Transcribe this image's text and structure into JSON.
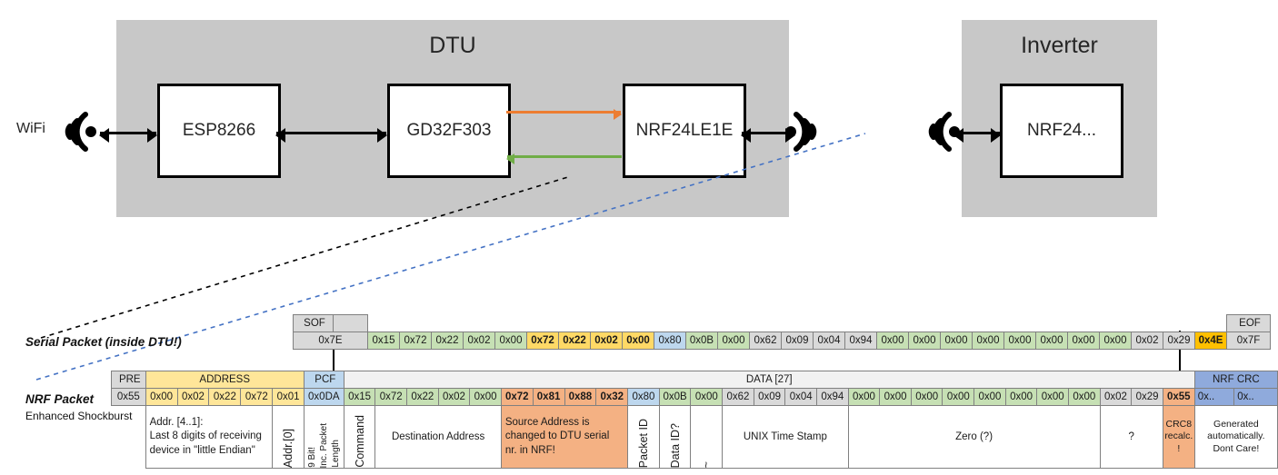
{
  "diagram": {
    "dtu": {
      "title": "DTU",
      "chips": [
        "ESP8266",
        "GD32F303",
        "NRF24LE1E"
      ]
    },
    "inverter": {
      "title": "Inverter",
      "chips": [
        "NRF24..."
      ]
    },
    "wifi_label": "WiFi",
    "arrow_colors": {
      "tx_orange": "#ED7D31",
      "rx_green": "#70AD47",
      "link_black": "#000000"
    },
    "icons": {
      "wifi_left": "wifi-icon",
      "antenna_dtu": "antenna-icon",
      "antenna_inverter": "antenna-icon"
    }
  },
  "labels": {
    "serial_packet": "Serial Packet (inside DTU!)",
    "nrf_packet": "NRF Packet",
    "enhanced_shockburst": "Enhanced Shockburst"
  },
  "colors": {
    "green": "#C6E0B4",
    "yellow": "#FFC000",
    "yellow_light": "#FFE699",
    "blue": "#BDD7EE",
    "blue_dark": "#8FAADC",
    "orange": "#F4B183",
    "grey": "#D9D9D9"
  },
  "serial_packet": {
    "sof_header": "SOF",
    "eof_header": "EOF",
    "sof_value": "0x7E",
    "eof_value": "0x7F",
    "cells": [
      {
        "v": "0x15",
        "c": "green"
      },
      {
        "v": "0x72",
        "c": "green"
      },
      {
        "v": "0x22",
        "c": "green"
      },
      {
        "v": "0x02",
        "c": "green"
      },
      {
        "v": "0x00",
        "c": "green"
      },
      {
        "v": "0x72",
        "c": "yellow2"
      },
      {
        "v": "0x22",
        "c": "yellow2"
      },
      {
        "v": "0x02",
        "c": "yellow2"
      },
      {
        "v": "0x00",
        "c": "yellow2"
      },
      {
        "v": "0x80",
        "c": "blue"
      },
      {
        "v": "0x0B",
        "c": "green"
      },
      {
        "v": "0x00",
        "c": "green"
      },
      {
        "v": "0x62",
        "c": "grey"
      },
      {
        "v": "0x09",
        "c": "grey"
      },
      {
        "v": "0x04",
        "c": "grey"
      },
      {
        "v": "0x94",
        "c": "grey"
      },
      {
        "v": "0x00",
        "c": "green"
      },
      {
        "v": "0x00",
        "c": "green"
      },
      {
        "v": "0x00",
        "c": "green"
      },
      {
        "v": "0x00",
        "c": "green"
      },
      {
        "v": "0x00",
        "c": "green"
      },
      {
        "v": "0x00",
        "c": "green"
      },
      {
        "v": "0x00",
        "c": "green"
      },
      {
        "v": "0x00",
        "c": "green"
      },
      {
        "v": "0x02",
        "c": "grey"
      },
      {
        "v": "0x29",
        "c": "grey"
      },
      {
        "v": "0x4E",
        "c": "yellow"
      }
    ]
  },
  "nrf_packet": {
    "headers": {
      "pre": "PRE",
      "address": "ADDRESS",
      "pcf": "PCF",
      "data": "DATA [27]",
      "crc": "NRF CRC"
    },
    "pre_value": "0x55",
    "address_values": [
      "0x00",
      "0x02",
      "0x22",
      "0x72",
      "0x01"
    ],
    "pcf_value": "0x0DA",
    "crc_values": [
      "0x..",
      "0x.."
    ],
    "cells": [
      {
        "v": "0x15",
        "c": "green"
      },
      {
        "v": "0x72",
        "c": "green"
      },
      {
        "v": "0x22",
        "c": "green"
      },
      {
        "v": "0x02",
        "c": "green"
      },
      {
        "v": "0x00",
        "c": "green"
      },
      {
        "v": "0x72",
        "c": "orange"
      },
      {
        "v": "0x81",
        "c": "orange"
      },
      {
        "v": "0x88",
        "c": "orange"
      },
      {
        "v": "0x32",
        "c": "orange"
      },
      {
        "v": "0x80",
        "c": "blue"
      },
      {
        "v": "0x0B",
        "c": "green"
      },
      {
        "v": "0x00",
        "c": "green"
      },
      {
        "v": "0x62",
        "c": "grey"
      },
      {
        "v": "0x09",
        "c": "grey"
      },
      {
        "v": "0x04",
        "c": "grey"
      },
      {
        "v": "0x94",
        "c": "grey"
      },
      {
        "v": "0x00",
        "c": "green"
      },
      {
        "v": "0x00",
        "c": "green"
      },
      {
        "v": "0x00",
        "c": "green"
      },
      {
        "v": "0x00",
        "c": "green"
      },
      {
        "v": "0x00",
        "c": "green"
      },
      {
        "v": "0x00",
        "c": "green"
      },
      {
        "v": "0x00",
        "c": "green"
      },
      {
        "v": "0x00",
        "c": "green"
      },
      {
        "v": "0x02",
        "c": "grey"
      },
      {
        "v": "0x29",
        "c": "grey"
      },
      {
        "v": "0x55",
        "c": "orange"
      }
    ],
    "descriptions": {
      "address": "Addr. [4..1]:\nLast 8 digits of receiving device in \"little Endian\"",
      "address_line1": "Addr. [4..1]:",
      "address_line2": "Last 8 digits of receiving",
      "address_line3": "device in \"little Endian\"",
      "addr0": "Addr.[0]",
      "pcf_a": "9 Bit!",
      "pcf_b": "Inc. Packet",
      "pcf_c": "Length",
      "command": "Command",
      "destination": "Destination Address",
      "source_line1": "Source Address is",
      "source_line2": "changed to DTU serial",
      "source_line3": "nr. in NRF!",
      "packet_id": "Packet ID",
      "data_id": "Data ID?",
      "tilde": "~",
      "unix": "UNIX Time Stamp",
      "zero": "Zero (?)",
      "question": "?",
      "crc8_line1": "CRC8",
      "crc8_line2": "recalc.",
      "crc8_line3": "!",
      "crc_line1": "Generated",
      "crc_line2": "automatically.",
      "crc_line3": "Dont Care!"
    }
  }
}
